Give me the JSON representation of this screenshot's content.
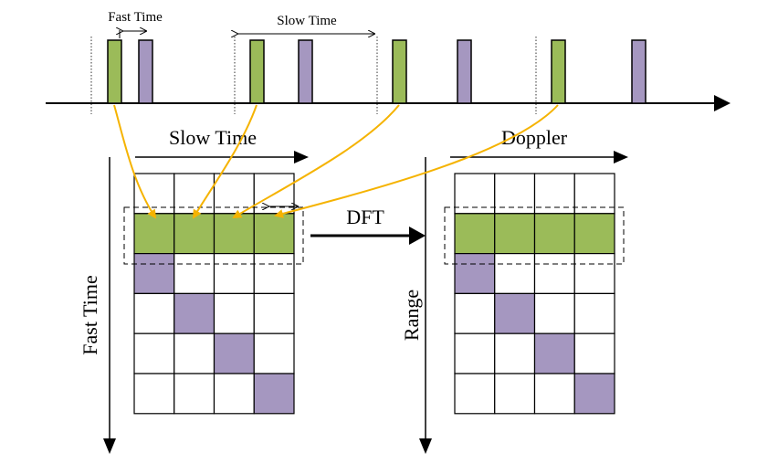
{
  "labels": {
    "fast_time_top": "Fast Time",
    "slow_time_top": "Slow Time",
    "slow_time_axis": "Slow Time",
    "doppler_axis": "Doppler",
    "dft": "DFT",
    "fast_time_axis": "Fast Time",
    "range_axis": "Range"
  },
  "colors": {
    "green": "#9BBB59",
    "purple": "#A597C0",
    "arrow": "#F5B301",
    "line": "#000000"
  },
  "grids": {
    "rows": 6,
    "cols": 4,
    "highlighted_row": 1,
    "purple_cells_left": [
      [
        2,
        0
      ],
      [
        3,
        1
      ],
      [
        4,
        2
      ],
      [
        5,
        3
      ]
    ],
    "purple_cells_right": [
      [
        2,
        0
      ],
      [
        3,
        1
      ],
      [
        4,
        2
      ],
      [
        5,
        3
      ]
    ]
  },
  "pulse_train": {
    "pulse_types": [
      "green",
      "purple",
      "green",
      "purple",
      "green",
      "purple",
      "green",
      "purple"
    ]
  }
}
